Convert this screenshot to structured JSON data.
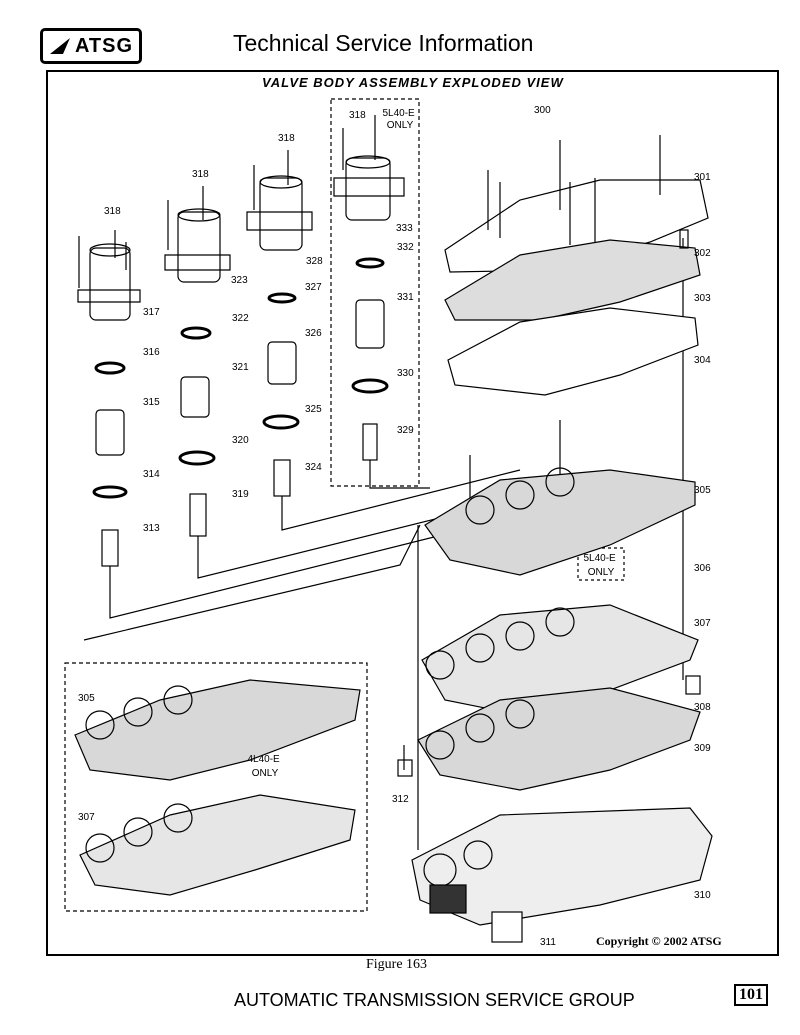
{
  "header": {
    "logo_text": "ATSG",
    "title": "Technical Service Information"
  },
  "diagram": {
    "title": "VALVE BODY ASSEMBLY EXPLODED VIEW",
    "notes": {
      "note_5l40e": "5L40-E\nONLY",
      "note_5l40e_mid": "5L40-E\nONLY",
      "note_4l40e": "4L40-E\nONLY"
    },
    "part_labels": [
      "318",
      "318",
      "318",
      "318",
      "317",
      "323",
      "328",
      "333",
      "316",
      "322",
      "327",
      "332",
      "315",
      "321",
      "326",
      "331",
      "314",
      "320",
      "325",
      "330",
      "313",
      "319",
      "324",
      "329",
      "300",
      "301",
      "302",
      "303",
      "304",
      "305",
      "306",
      "307",
      "308",
      "309",
      "310",
      "311",
      "312",
      "305",
      "307"
    ],
    "copyright": "Copyright © 2002 ATSG"
  },
  "figure_caption": "Figure 163",
  "footer": {
    "org": "AUTOMATIC TRANSMISSION SERVICE GROUP",
    "page_number": "101"
  }
}
